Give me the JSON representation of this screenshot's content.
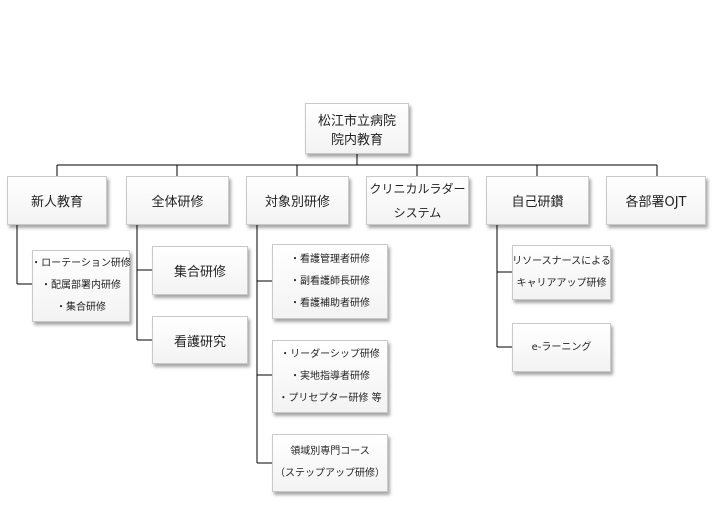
{
  "root": [
    "松江市立病院",
    "院内教育"
  ],
  "categories": [
    {
      "id": "shinjin",
      "lines": [
        "新人教育"
      ]
    },
    {
      "id": "zentai",
      "lines": [
        "全体研修"
      ]
    },
    {
      "id": "taishou",
      "lines": [
        "対象別研修"
      ]
    },
    {
      "id": "clinical",
      "lines": [
        "クリニカルラダー",
        "システム"
      ]
    },
    {
      "id": "jiko",
      "lines": [
        "自己研鑽"
      ]
    },
    {
      "id": "kakubu",
      "lines": [
        "各部署OJT"
      ]
    }
  ],
  "children": {
    "shinjin_list": [
      "・ローテーション研修",
      "・配属部署内研修",
      "・集合研修"
    ],
    "zentai_shugo": "集合研修",
    "zentai_kango": "看護研究",
    "taishou_mgmt": [
      "・看護管理者研修",
      "・副看護師長研修",
      "・看護補助者研修"
    ],
    "taishou_leader": [
      "・リーダーシップ研修",
      "・実地指導者研修",
      "・プリセプター研修 等"
    ],
    "taishou_ryoiki": [
      "領域別専門コース",
      "（ステップアップ研修）"
    ],
    "jiko_resource": [
      "リソースナースによる",
      "キャリアアップ研修"
    ],
    "jiko_elearning": "e-ラーニング"
  }
}
